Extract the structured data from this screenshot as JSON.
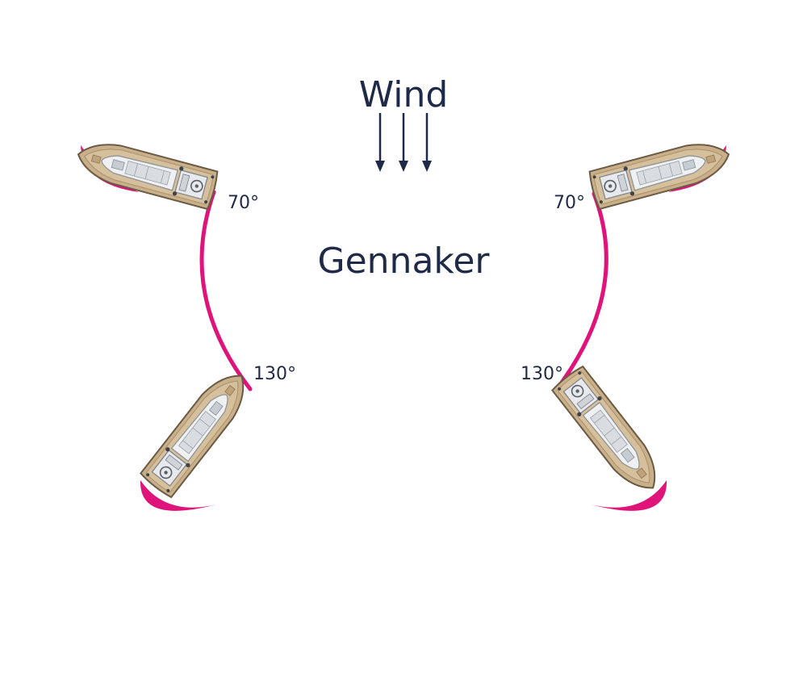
{
  "wind_label": "Wind",
  "sail_label": "Gennaker",
  "angles": {
    "port_upper": "70°",
    "port_lower": "130°",
    "starboard_upper": "70°",
    "starboard_lower": "130°"
  },
  "colors": {
    "text": "#1e2a47",
    "arc": "#e0137a",
    "sail": "#e0137a",
    "deck": "#c9b08a",
    "hull_outline": "#6b5a44"
  }
}
